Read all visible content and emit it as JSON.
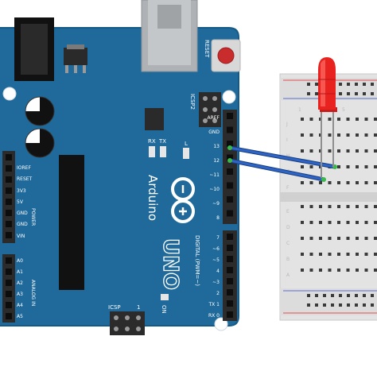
{
  "board": {
    "brand_logo_text": "Arduino",
    "model_text": "UNO",
    "reset_label": "RESET",
    "icsp2_label": "ICSP2",
    "icsp_label": "ICSP",
    "icsp_pin1": "1",
    "tx_label": "TX",
    "rx_label": "RX",
    "l_label": "L",
    "on_label": "ON",
    "digital_label": "DIGITAL (PWM=~)",
    "power_label": "POWER",
    "analog_label": "ANALOG IN",
    "digital_header_pins": [
      "AREF",
      "GND",
      "13",
      "12",
      "~11",
      "~10",
      "~9",
      "8"
    ],
    "digital_header2_pins": [
      "7",
      "~6",
      "~5",
      "4",
      "~3",
      "2",
      "TX 1",
      "RX 0"
    ],
    "power_pins": [
      "IOREF",
      "RESET",
      "3V3",
      "5V",
      "GND",
      "GND",
      "VIN"
    ],
    "analog_pins": [
      "A0",
      "A1",
      "A2",
      "A3",
      "A4",
      "A5"
    ]
  },
  "breadboard": {
    "row_letters_top": [
      "J",
      "I",
      "H",
      "G",
      "F"
    ],
    "row_letters_bottom": [
      "E",
      "D",
      "C",
      "B",
      "A"
    ],
    "col_numbers": [
      "1",
      "5"
    ]
  },
  "led": {
    "color": "#e8231f"
  },
  "wires": {
    "color": "#2f64c4"
  },
  "colors": {
    "board": "#1f6a9a",
    "header": "#2b2b2b",
    "breadboard": "#e8e8e8"
  }
}
